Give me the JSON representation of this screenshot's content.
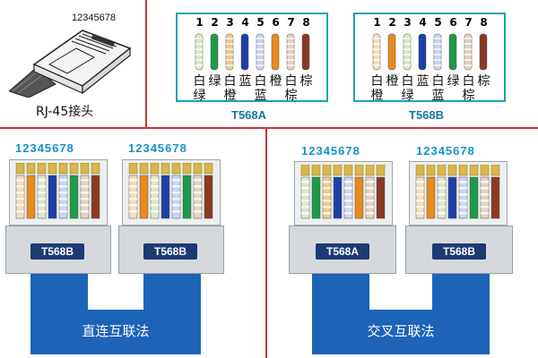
{
  "plug": {
    "pin_label": "12345678",
    "caption": "RJ-45接头"
  },
  "standards": [
    {
      "name": "T568A",
      "pins": [
        "1",
        "2",
        "3",
        "4",
        "5",
        "6",
        "7",
        "8"
      ],
      "colors_top": [
        "白",
        "绿",
        "白",
        "蓝",
        "白",
        "橙",
        "白",
        "棕"
      ],
      "colors_bottom": [
        "绿",
        "",
        "橙",
        "",
        "蓝",
        "",
        "棕",
        ""
      ],
      "wire_colors": [
        "#d9e9c9",
        "#1f9a4a",
        "#f0c98f",
        "#1f3fa8",
        "#c9d6f3",
        "#e88a1e",
        "#e6d2c3",
        "#8a3a22"
      ]
    },
    {
      "name": "T568B",
      "pins": [
        "1",
        "2",
        "3",
        "4",
        "5",
        "6",
        "7",
        "8"
      ],
      "colors_top": [
        "白",
        "橙",
        "白",
        "蓝",
        "白",
        "绿",
        "白",
        "棕"
      ],
      "colors_bottom": [
        "橙",
        "",
        "绿",
        "",
        "蓝",
        "",
        "棕",
        ""
      ],
      "wire_colors": [
        "#f3dcbf",
        "#e88a1e",
        "#d9e9c9",
        "#1f3fa8",
        "#c9d6f3",
        "#1f9a4a",
        "#e6d2c3",
        "#8a3a22"
      ]
    }
  ],
  "jack_pin_label": "12345678",
  "direct": {
    "tags": [
      "T568B",
      "T568B"
    ],
    "caption": "直连互联法"
  },
  "cross": {
    "tags": [
      "T568A",
      "T568B"
    ],
    "caption": "交叉互联法"
  },
  "accent": "#c8353d",
  "cable_color": "#1d63b8"
}
